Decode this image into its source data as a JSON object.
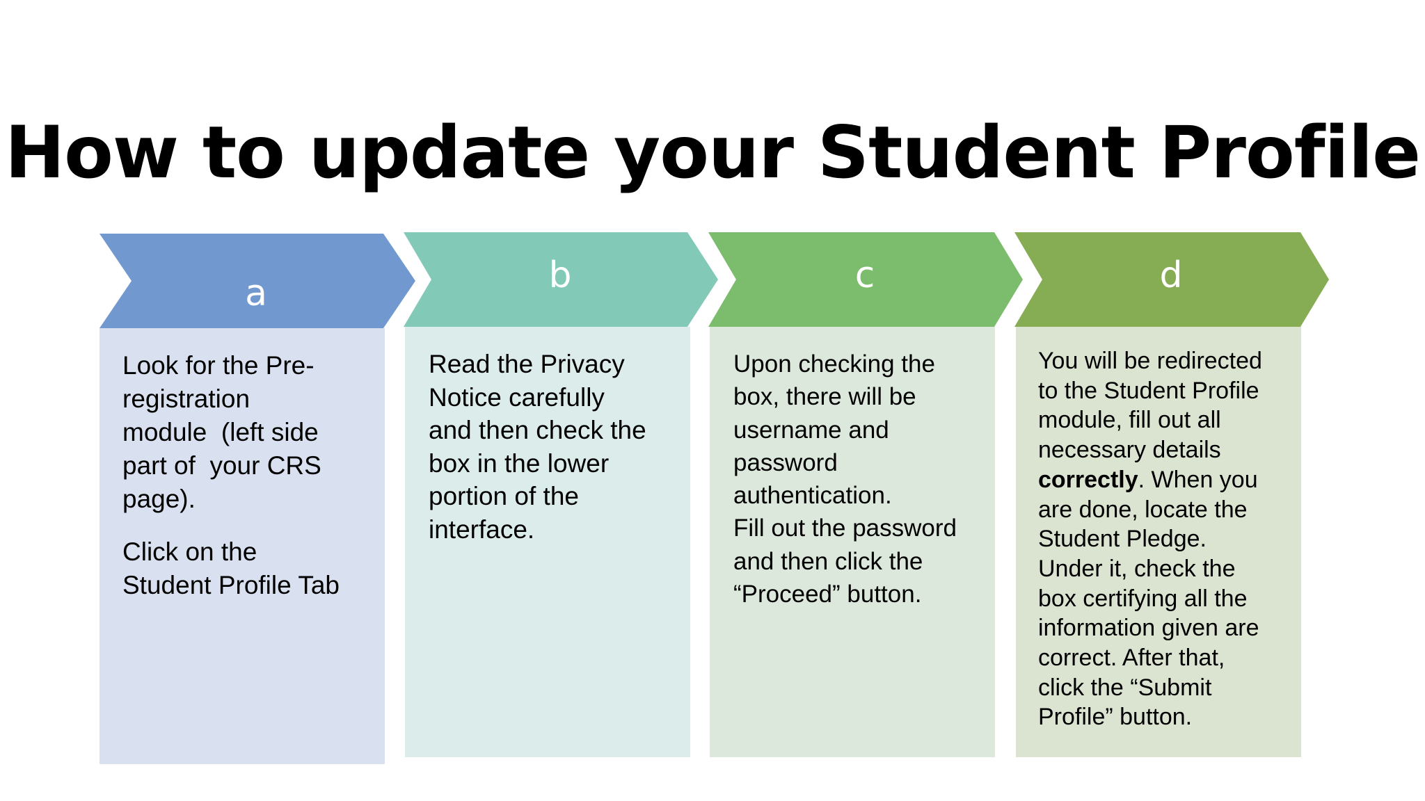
{
  "title": "How to update your Student Profile",
  "steps": [
    {
      "letter": "a",
      "colors": {
        "chevron": "#7199D0",
        "body": "#D9E0EF"
      },
      "paragraphs": [
        [
          "Look for the Pre-",
          "registration",
          "module  (left side",
          "part of  your CRS",
          "page)."
        ],
        [
          "Click on the",
          "Student Profile Tab"
        ]
      ]
    },
    {
      "letter": "b",
      "colors": {
        "chevron": "#82C9B8",
        "body": "#DCECEB"
      },
      "paragraphs": [
        [
          "Read the Privacy",
          "Notice carefully",
          "and then check the",
          "box in the lower",
          "portion of the",
          "interface."
        ]
      ]
    },
    {
      "letter": "c",
      "colors": {
        "chevron": "#7BBD6C",
        "body": "#DCE8DB"
      },
      "paragraphs": [
        [
          "Upon checking the",
          "box, there will be",
          "username and",
          "password",
          "authentication.",
          "Fill out the password",
          "and then click the",
          "“Proceed” button."
        ]
      ]
    },
    {
      "letter": "d",
      "colors": {
        "chevron": "#86AC54",
        "body": "#DBE3D1"
      },
      "lines": {
        "l1": "You will be redirected",
        "l2": "to the Student Profile",
        "l3": "module, fill out all",
        "l4": "necessary details",
        "l5_bold": "correctly",
        "l5_rest": ". When you",
        "l6": "are done, locate the",
        "l7": "Student Pledge.",
        "l8": "Under it, check the",
        "l9": "box certifying all the",
        "l10": "information given are",
        "l11": "correct. After that,",
        "l12": "click the “Submit",
        "l13": "Profile” button."
      }
    }
  ]
}
